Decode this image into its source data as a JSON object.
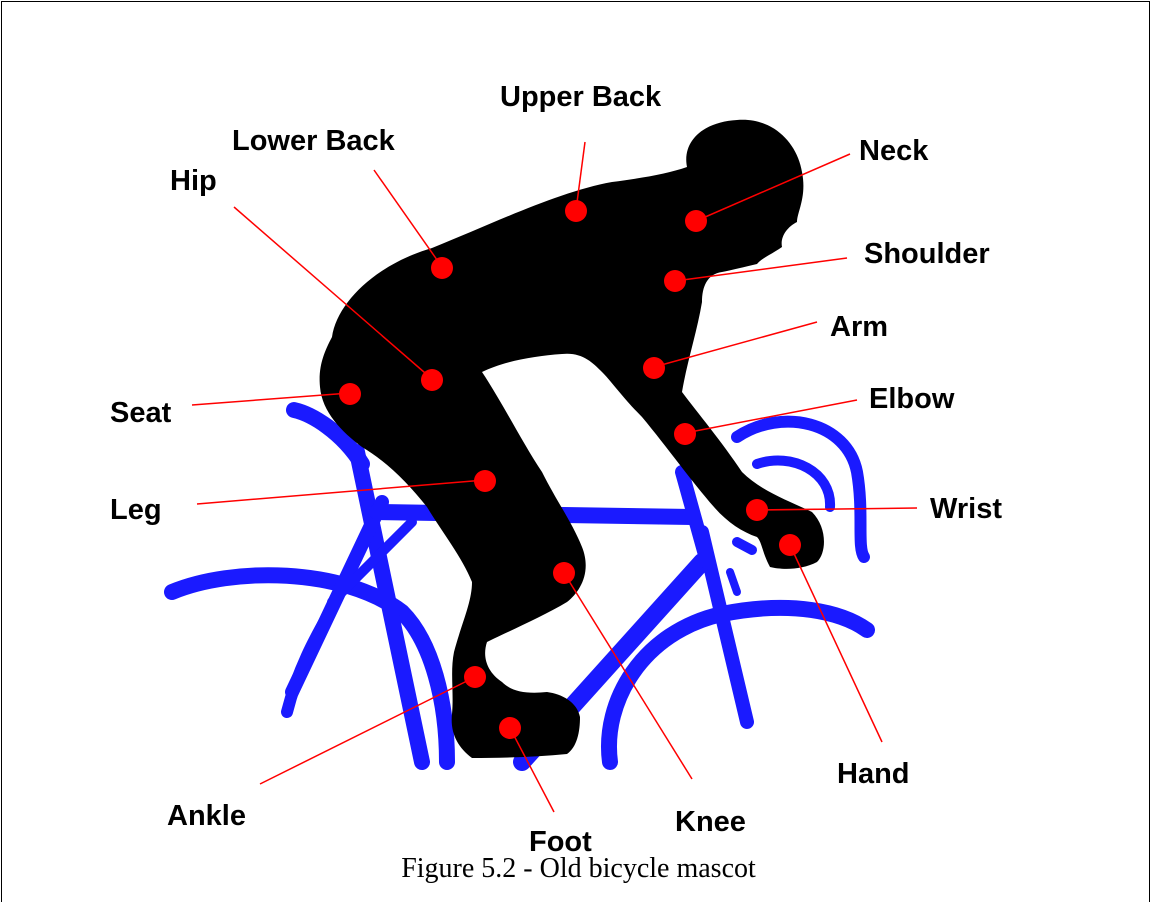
{
  "figure": {
    "caption": "Figure 5.2 - Old bicycle mascot"
  },
  "colors": {
    "silhouette": "#000000",
    "bicycle": "#1a1aff",
    "marker": "#ff0000",
    "leader_line": "#ff0000"
  },
  "labels": {
    "upper_back": "Upper Back",
    "lower_back": "Lower Back",
    "hip": "Hip",
    "neck": "Neck",
    "shoulder": "Shoulder",
    "arm": "Arm",
    "seat": "Seat",
    "elbow": "Elbow",
    "leg": "Leg",
    "wrist": "Wrist",
    "hand": "Hand",
    "ankle": "Ankle",
    "foot": "Foot",
    "knee": "Knee"
  }
}
